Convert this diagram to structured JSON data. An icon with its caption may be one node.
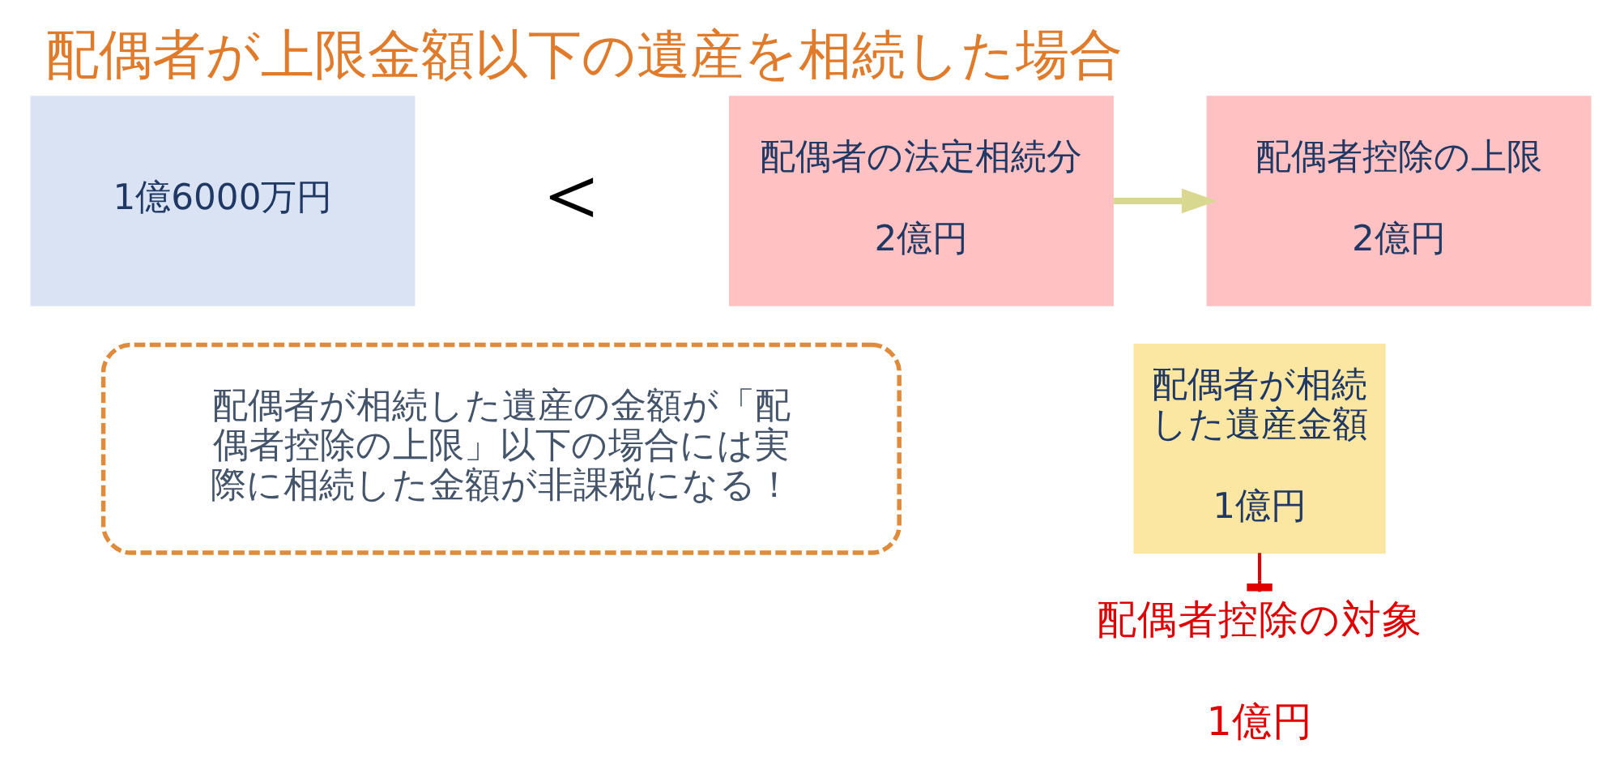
{
  "diagram": {
    "title": "配偶者が上限金額以下の遺産を相続した場合",
    "nodes": [
      {
        "text": [
          "1億6000万円"
        ]
      },
      {
        "text": [
          "配偶者の法定相続分",
          "2億円"
        ]
      },
      {
        "text": [
          "配偶者控除の上限",
          "2億円"
        ]
      },
      {
        "text": [
          "配偶者が相続した遺産金額",
          "1億円"
        ]
      },
      {
        "text": [
          "配偶者が相続した遺産の金額が「配偶者控除の上限」以下の場合には実際に相続した金額が非課税になる！"
        ]
      }
    ],
    "edges": [
      {
        "from": 1,
        "to": 2,
        "arrow": "to",
        "color": "#d8d890"
      }
    ],
    "labels": [
      "＜",
      "配偶者控除の対象",
      "1億円"
    ]
  }
}
